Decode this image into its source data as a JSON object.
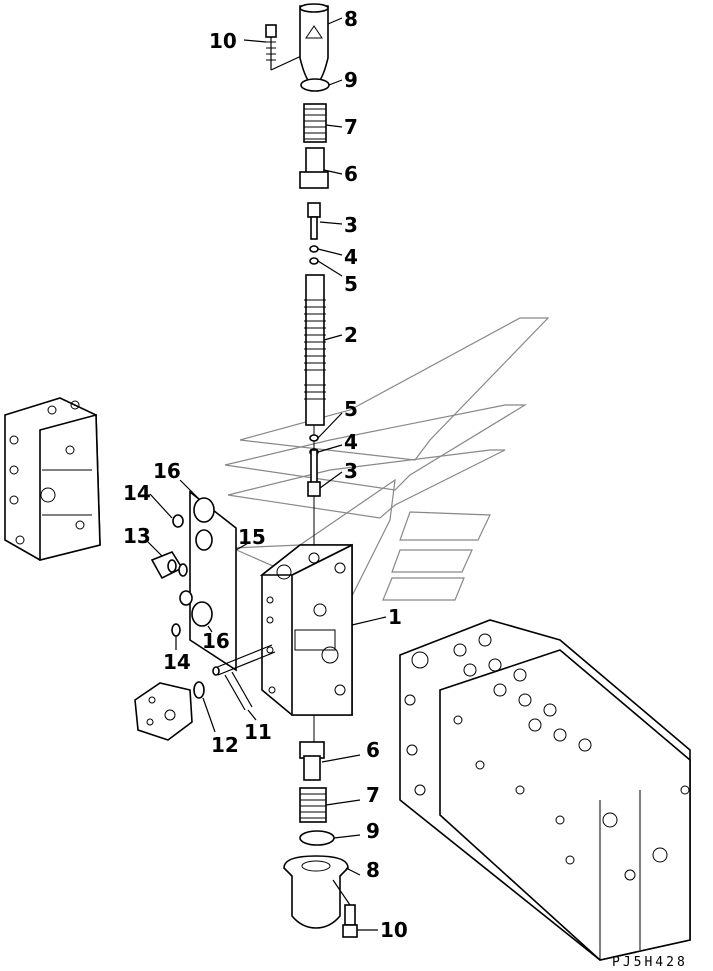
{
  "drawing_code": "PJ5H428",
  "callouts": {
    "top_10": "10",
    "top_8": "8",
    "top_9": "9",
    "top_7": "7",
    "top_6": "6",
    "top_3": "3",
    "top_4": "4",
    "top_5": "5",
    "spool_2": "2",
    "mid_5": "5",
    "mid_4": "4",
    "mid_3": "3",
    "body_1": "1",
    "side_15": "15",
    "side_16a": "16",
    "side_14a": "14",
    "side_13": "13",
    "side_16b": "16",
    "side_14b": "14",
    "side_12": "12",
    "side_11": "11",
    "bot_6": "6",
    "bot_7": "7",
    "bot_9": "9",
    "bot_8": "8",
    "bot_10": "10"
  }
}
